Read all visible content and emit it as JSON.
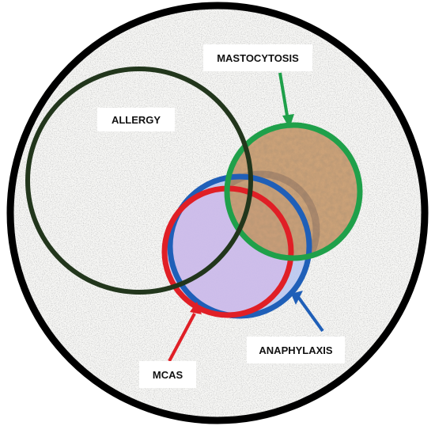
{
  "labels": {
    "allergy": "ALLERGY",
    "mastocytosis": "MASTOCYTOSIS",
    "anaphylaxis": "ANAPHYLAXIS",
    "mcas": "MCAS"
  },
  "colors": {
    "outer_ring": "#000000",
    "allergy": "#22361c",
    "mastocytosis": "#1fa04a",
    "mastocytosis_fill": "#c79a6e",
    "anaphylaxis": "#1f5fb8",
    "anaphylaxis_fill": "#b9c6ef",
    "mcas": "#e01f26",
    "mcas_fill": "#d8b3e6"
  }
}
